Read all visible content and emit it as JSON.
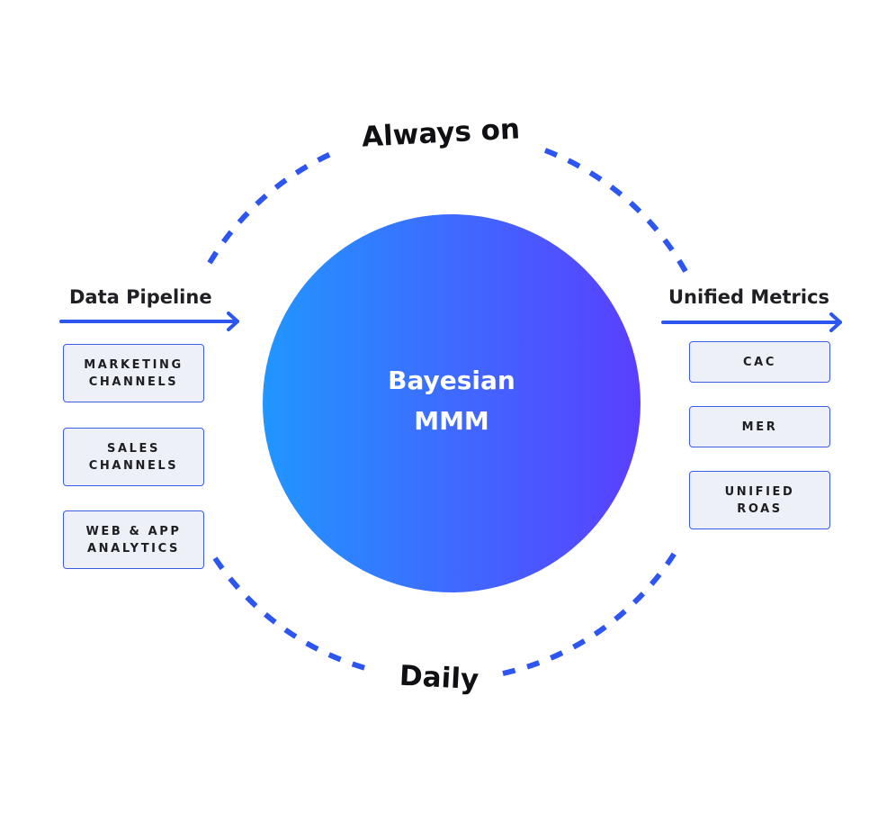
{
  "colors": {
    "accent": "#2d55f0",
    "gradient_start": "#2196ff",
    "gradient_end": "#5a3fff",
    "box_fill": "#eef0f8",
    "text": "#1f1f24"
  },
  "cycle": {
    "top_label": "Always on",
    "bottom_label": "Daily"
  },
  "center": {
    "label": "Bayesian\nMMM"
  },
  "inputs": {
    "title": "Data Pipeline",
    "items": [
      {
        "label": "MARKETING\nCHANNELS"
      },
      {
        "label": "SALES\nCHANNELS"
      },
      {
        "label": "WEB & APP\nANALYTICS"
      }
    ]
  },
  "outputs": {
    "title": "Unified Metrics",
    "items": [
      {
        "label": "CAC"
      },
      {
        "label": "MER"
      },
      {
        "label": "UNIFIED\nROAS"
      }
    ]
  }
}
